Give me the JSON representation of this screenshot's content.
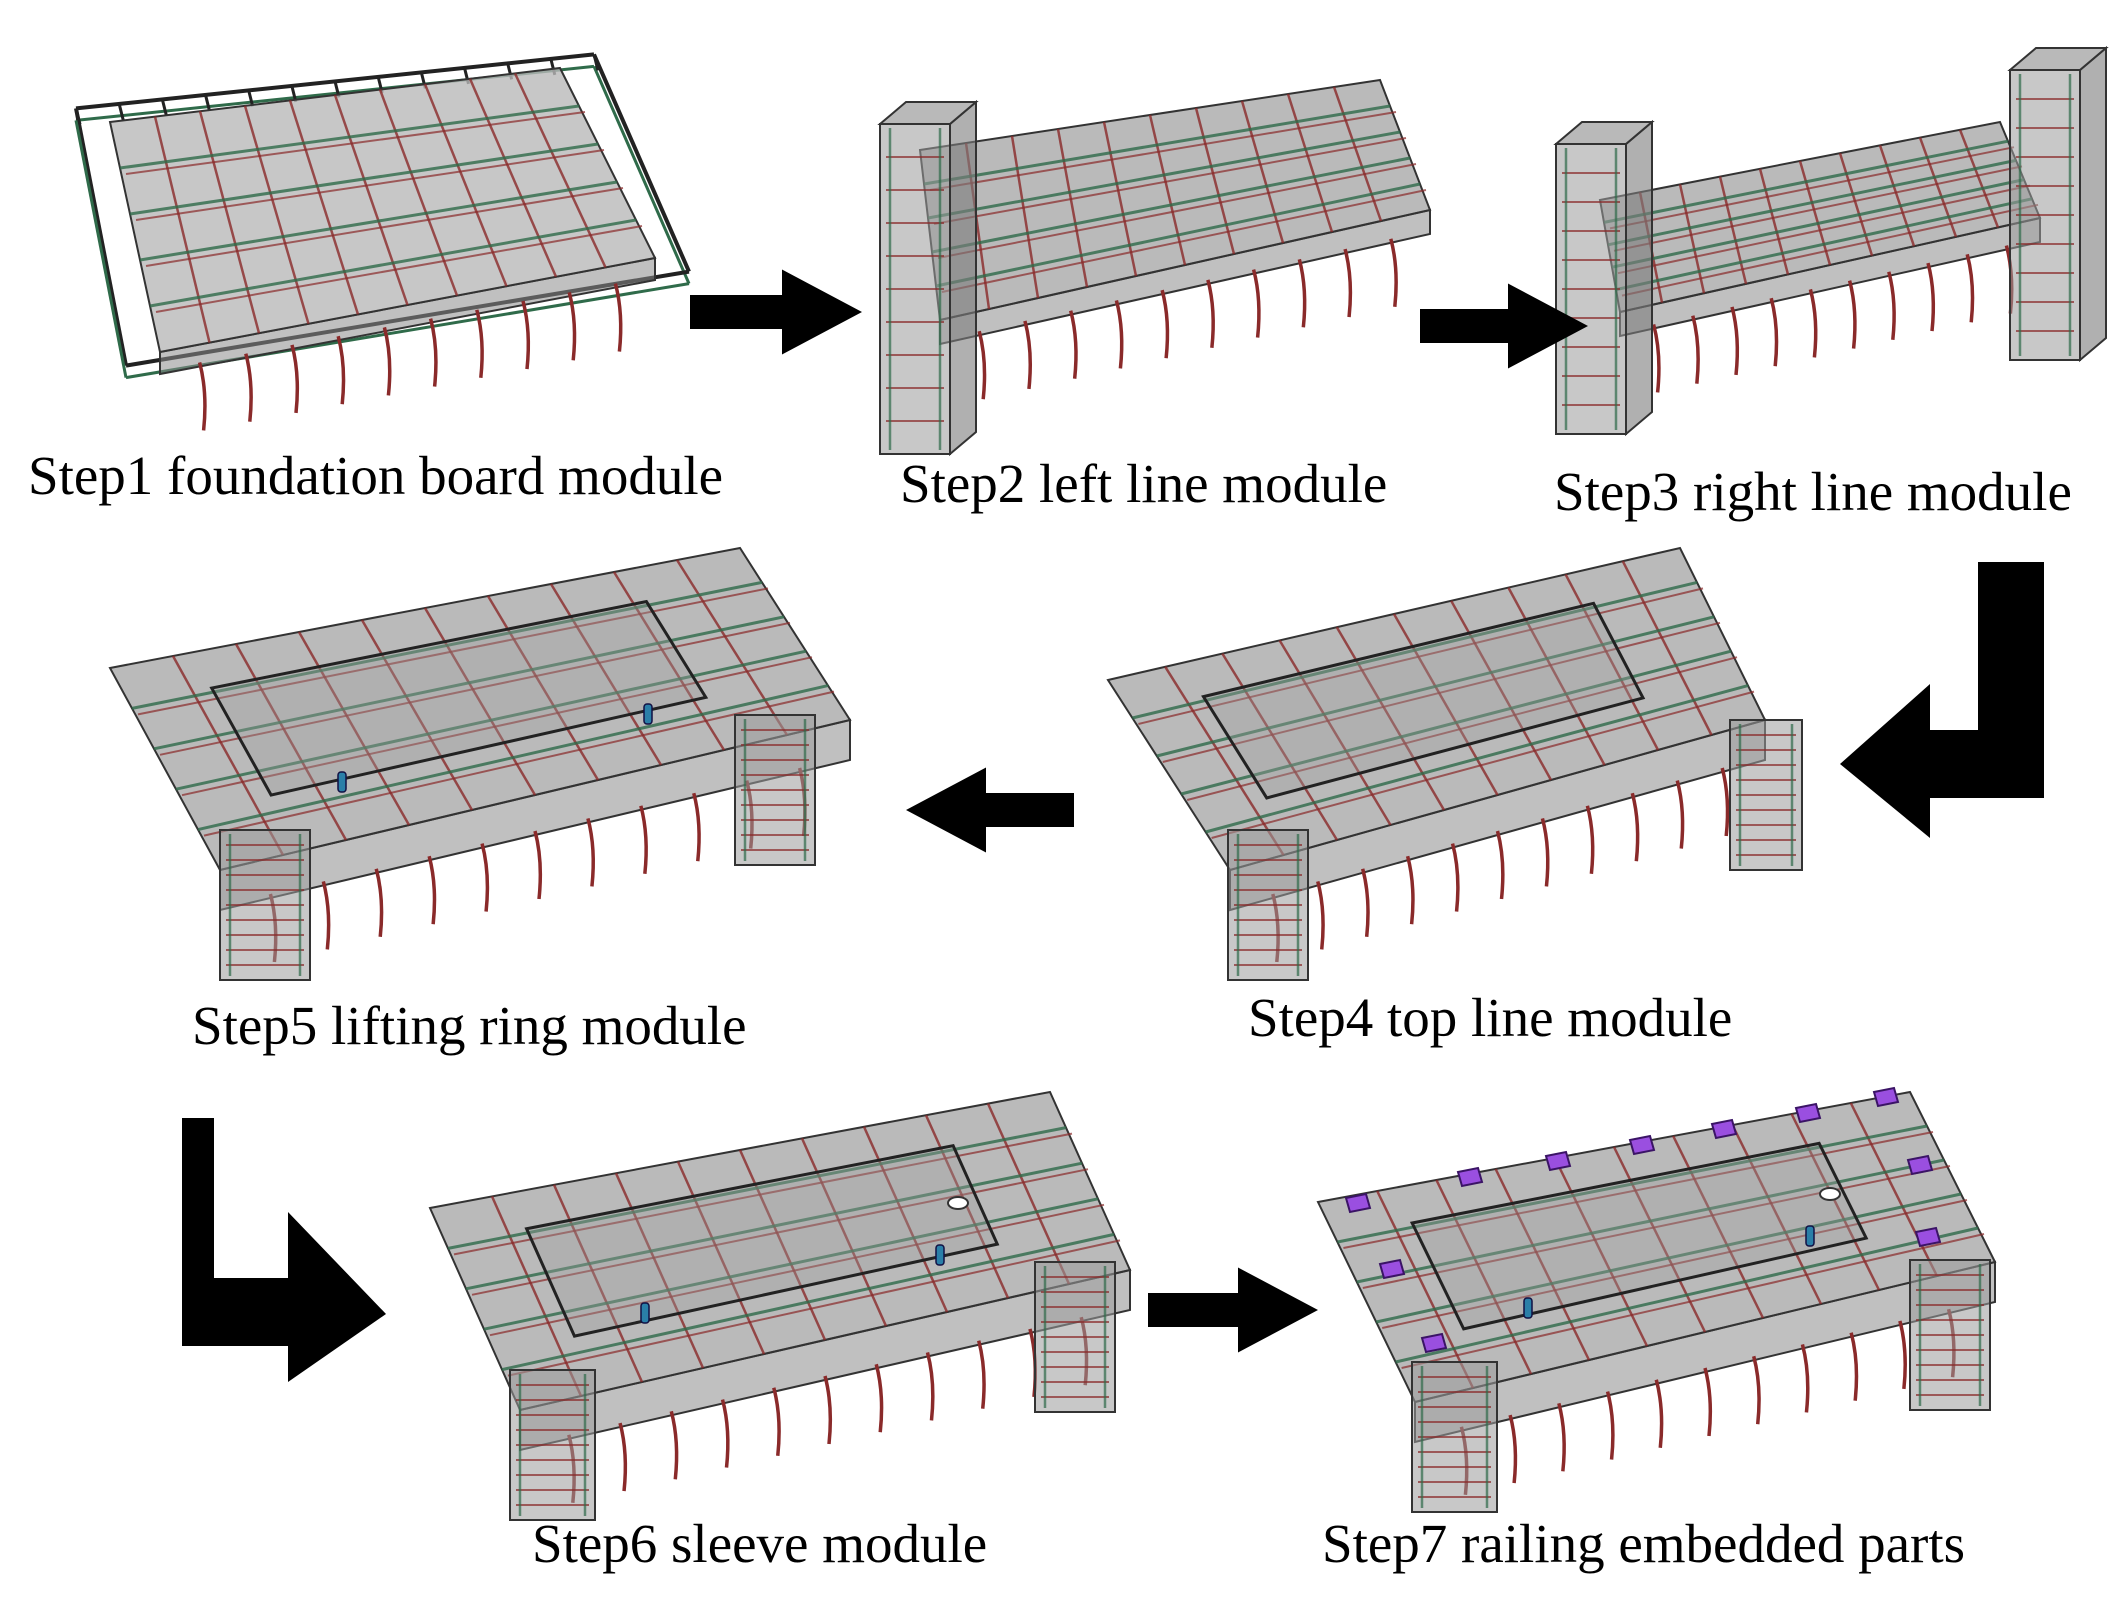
{
  "steps": [
    {
      "id": "step1",
      "label": "Step1 foundation board module"
    },
    {
      "id": "step2",
      "label": "Step2 left line module"
    },
    {
      "id": "step3",
      "label": "Step3 right line module"
    },
    {
      "id": "step4",
      "label": "Step4 top line module"
    },
    {
      "id": "step5",
      "label": "Step5 lifting ring module"
    },
    {
      "id": "step6",
      "label": "Step6 sleeve module"
    },
    {
      "id": "step7",
      "label": "Step7 railing embedded parts"
    }
  ],
  "colors": {
    "concrete_fill": "#8c8c8c",
    "concrete_edge": "#333333",
    "rebar_red": "#8a2a2a",
    "rebar_green": "#2f6b4a",
    "lifting_ring": "#2a7fa8",
    "sleeve": "#ffffff",
    "railing_part": "#9a4fe0",
    "arrow": "#000000"
  }
}
